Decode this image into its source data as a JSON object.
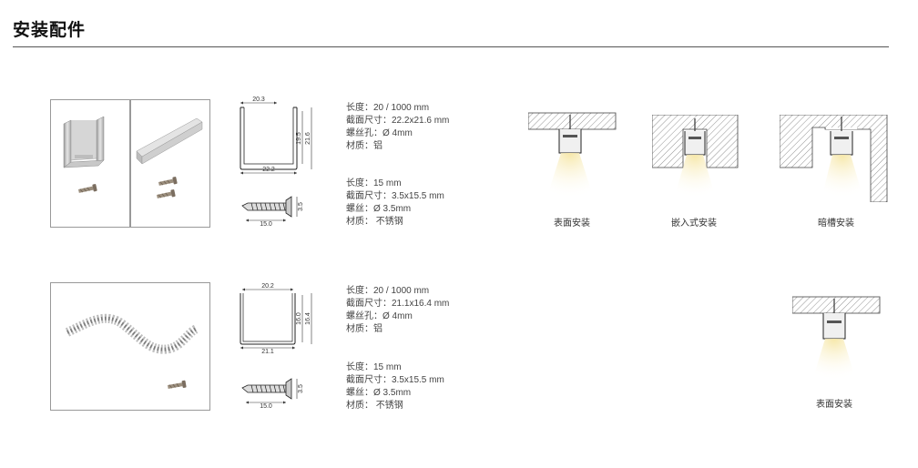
{
  "page": {
    "title": "安装配件"
  },
  "products": [
    {
      "profile_dims": {
        "top": "20.3",
        "height_inner": "19.5",
        "height_outer": "21.6",
        "bottom": "22.2"
      },
      "screw_dims": {
        "length": "15.0",
        "head": "3.5"
      },
      "profile_specs": [
        "长度：20 / 1000 mm",
        "截面尺寸：22.2x21.6 mm",
        "螺丝孔：Ø 4mm",
        "材质：铝"
      ],
      "screw_specs": [
        "长度：15 mm",
        "截面尺寸：3.5x15.5 mm",
        "螺丝：Ø 3.5mm",
        "材质：  不锈钢"
      ]
    },
    {
      "profile_dims": {
        "top": "20.2",
        "height_inner": "16.0",
        "height_outer": "16.4",
        "bottom": "21.1"
      },
      "screw_dims": {
        "length": "15.0",
        "head": "3.5"
      },
      "profile_specs": [
        "长度：20 / 1000 mm",
        "截面尺寸：21.1x16.4 mm",
        "螺丝孔：Ø 4mm",
        "材质：铝"
      ],
      "screw_specs": [
        "长度：15 mm",
        "截面尺寸：3.5x15.5 mm",
        "螺丝：Ø 3.5mm",
        "材质：  不锈钢"
      ]
    }
  ],
  "installations": {
    "row1": [
      "表面安装",
      "嵌入式安装",
      "暗槽安装"
    ],
    "row2": [
      "表面安装"
    ]
  }
}
